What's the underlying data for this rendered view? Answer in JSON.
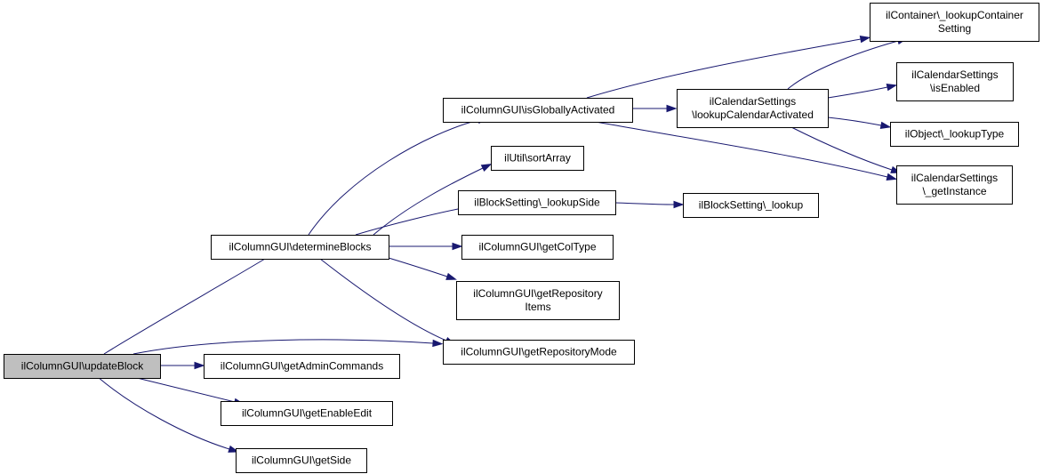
{
  "diagram": {
    "nodes": {
      "updateBlock": [
        "ilColumnGUI\\updateBlock"
      ],
      "determineBlocks": [
        "ilColumnGUI\\determineBlocks"
      ],
      "getAdminCommands": [
        "ilColumnGUI\\getAdminCommands"
      ],
      "getEnableEdit": [
        "ilColumnGUI\\getEnableEdit"
      ],
      "getSide": [
        "ilColumnGUI\\getSide"
      ],
      "isGloballyActivated": [
        "ilColumnGUI\\isGloballyActivated"
      ],
      "sortArray": [
        "ilUtil\\sortArray"
      ],
      "lookupSide": [
        "ilBlockSetting\\_lookupSide"
      ],
      "getColType": [
        "ilColumnGUI\\getColType"
      ],
      "getRepositoryItems": [
        "ilColumnGUI\\getRepository",
        "Items"
      ],
      "getRepositoryMode": [
        "ilColumnGUI\\getRepositoryMode"
      ],
      "lookupCalendarActivated": [
        "ilCalendarSettings",
        "\\lookupCalendarActivated"
      ],
      "blockLookup": [
        "ilBlockSetting\\_lookup"
      ],
      "lookupContainerSetting": [
        "ilContainer\\_lookupContainer",
        "Setting"
      ],
      "isEnabled": [
        "ilCalendarSettings",
        "\\isEnabled"
      ],
      "lookupType": [
        "ilObject\\_lookupType"
      ],
      "getInstance": [
        "ilCalendarSettings",
        "\\_getInstance"
      ]
    },
    "edges": [
      [
        "updateBlock",
        "determineBlocks"
      ],
      [
        "updateBlock",
        "getRepositoryMode"
      ],
      [
        "updateBlock",
        "getAdminCommands"
      ],
      [
        "updateBlock",
        "getEnableEdit"
      ],
      [
        "updateBlock",
        "getSide"
      ],
      [
        "determineBlocks",
        "isGloballyActivated"
      ],
      [
        "determineBlocks",
        "sortArray"
      ],
      [
        "determineBlocks",
        "lookupSide"
      ],
      [
        "determineBlocks",
        "getColType"
      ],
      [
        "determineBlocks",
        "getRepositoryItems"
      ],
      [
        "determineBlocks",
        "getRepositoryMode"
      ],
      [
        "isGloballyActivated",
        "lookupContainerSetting"
      ],
      [
        "isGloballyActivated",
        "lookupCalendarActivated"
      ],
      [
        "isGloballyActivated",
        "getInstance"
      ],
      [
        "lookupSide",
        "blockLookup"
      ],
      [
        "lookupCalendarActivated",
        "lookupContainerSetting"
      ],
      [
        "lookupCalendarActivated",
        "isEnabled"
      ],
      [
        "lookupCalendarActivated",
        "lookupType"
      ],
      [
        "lookupCalendarActivated",
        "getInstance"
      ]
    ],
    "colors": {
      "edge": "#191970",
      "root_fill": "#bfbfbf",
      "node_fill": "#ffffff",
      "border": "#000000"
    }
  }
}
